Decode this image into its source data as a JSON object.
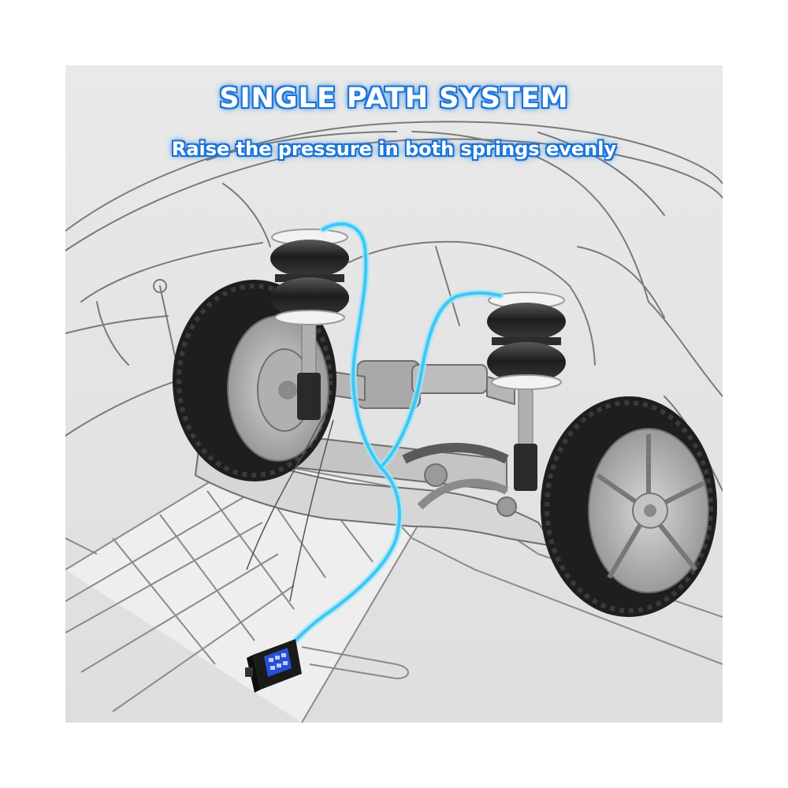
{
  "title": "SINGLE PATH SYSTEM",
  "subtitle": "Raise the pressure in both springs evenly",
  "colors": {
    "background": "#e4e4e4",
    "line_art": "#7a7a7a",
    "air_line": "#3ec7f2",
    "air_line_glow": "#9fe6fb",
    "tire": "#1e1e1e",
    "title_glow": "#1f7fe0",
    "display": "#2a4fd6"
  },
  "components": {
    "air_springs": 2,
    "compressor_unit": "compressor-icon"
  }
}
